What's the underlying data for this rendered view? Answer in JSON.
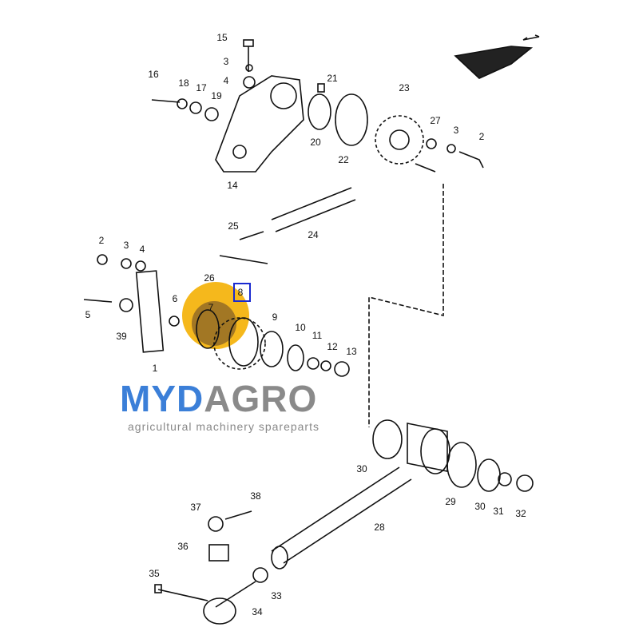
{
  "watermark": {
    "brand_part1": "MYD",
    "brand_part2": "AGRO",
    "tagline": "agricultural machinery spareparts"
  },
  "highlighted_part": "8",
  "part_labels": [
    "15",
    "3",
    "4",
    "21",
    "16",
    "18",
    "17",
    "19",
    "23",
    "14",
    "20",
    "22",
    "27",
    "3",
    "2",
    "25",
    "24",
    "2",
    "3",
    "4",
    "26",
    "6",
    "5",
    "39",
    "7",
    "9",
    "10",
    "11",
    "12",
    "13",
    "1",
    "30",
    "29",
    "30",
    "31",
    "32",
    "38",
    "37",
    "28",
    "36",
    "35",
    "33",
    "34"
  ],
  "colors": {
    "brand_blue": "#3b7fd8",
    "brand_gray": "#8a8a8a",
    "highlight_box": "#1a2ad0",
    "sun": "#f5b81c"
  }
}
